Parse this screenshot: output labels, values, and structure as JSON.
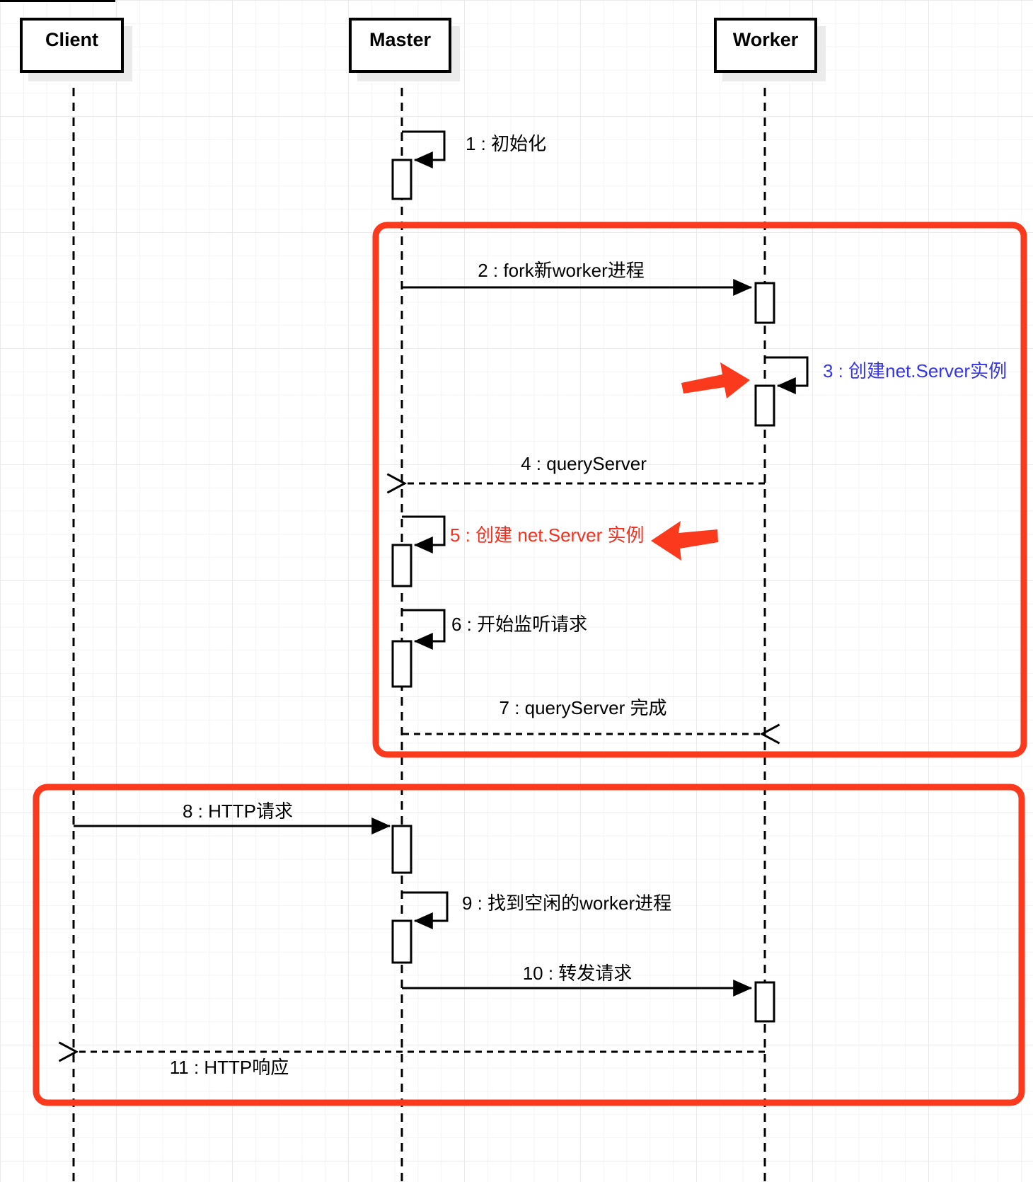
{
  "diagram": {
    "title": "Master-Worker sequence diagram",
    "actors": [
      {
        "name": "Client"
      },
      {
        "name": "Master"
      },
      {
        "name": "Worker"
      }
    ],
    "messages": [
      {
        "num": 1,
        "label": "1 : 初始化",
        "type": "self",
        "from": "Master",
        "to": "Master",
        "color": "black"
      },
      {
        "num": 2,
        "label": "2 : fork新worker进程",
        "type": "solid",
        "from": "Master",
        "to": "Worker",
        "color": "black"
      },
      {
        "num": 3,
        "label": "3 : 创建net.Server实例",
        "type": "self",
        "from": "Worker",
        "to": "Worker",
        "color": "blue"
      },
      {
        "num": 4,
        "label": "4 : queryServer",
        "type": "dashed",
        "from": "Worker",
        "to": "Master",
        "color": "black"
      },
      {
        "num": 5,
        "label": "5 : 创建 net.Server 实例",
        "type": "self",
        "from": "Master",
        "to": "Master",
        "color": "red"
      },
      {
        "num": 6,
        "label": "6 : 开始监听请求",
        "type": "self",
        "from": "Master",
        "to": "Master",
        "color": "black"
      },
      {
        "num": 7,
        "label": "7 : queryServer 完成",
        "type": "dashed",
        "from": "Master",
        "to": "Worker",
        "color": "black"
      },
      {
        "num": 8,
        "label": "8 : HTTP请求",
        "type": "solid",
        "from": "Client",
        "to": "Master",
        "color": "black"
      },
      {
        "num": 9,
        "label": "9 : 找到空闲的worker进程",
        "type": "self",
        "from": "Master",
        "to": "Master",
        "color": "black"
      },
      {
        "num": 10,
        "label": "10 : 转发请求",
        "type": "solid",
        "from": "Master",
        "to": "Worker",
        "color": "black"
      },
      {
        "num": 11,
        "label": "11 : HTTP响应",
        "type": "dashed",
        "from": "Worker",
        "to": "Client",
        "color": "black"
      }
    ],
    "annotations": {
      "highlight_boxes": 2,
      "red_arrows": 2
    },
    "colors": {
      "annotation_red": "#fb3a1d",
      "highlight_text_blue": "#3434eb",
      "highlight_text_red": "#f5301e",
      "stroke_black": "#000000",
      "grid": "#f0eeee"
    }
  }
}
